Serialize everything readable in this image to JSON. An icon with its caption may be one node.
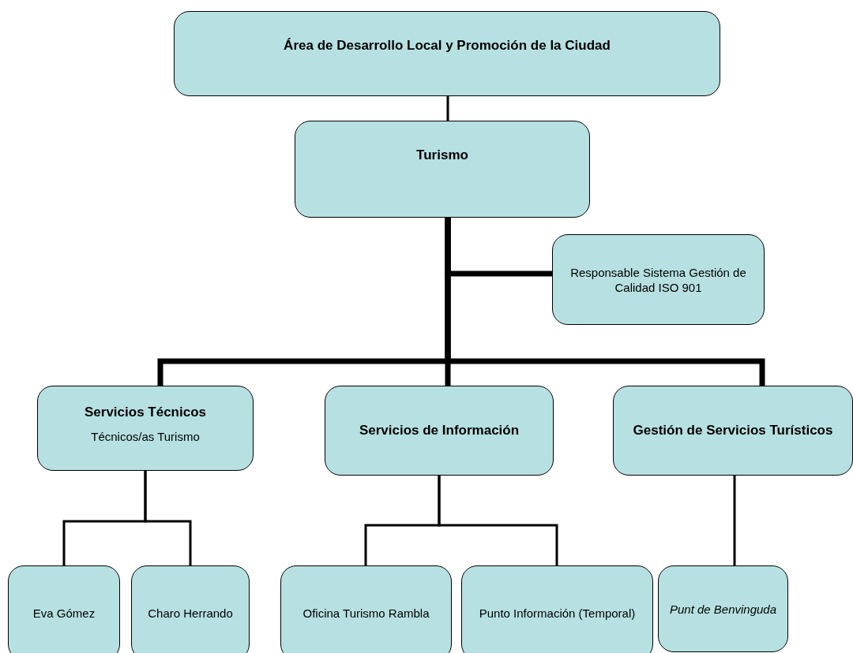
{
  "diagram": {
    "nodes": [
      {
        "text": [
          "Área de Desarrollo Local y Promoción de la Ciudad"
        ]
      },
      {
        "text": [
          "Turismo"
        ]
      },
      {
        "text": [
          "Responsable Sistema Gestión de Calidad ISO 901"
        ]
      },
      {
        "text": [
          "Servicios Técnicos",
          "Técnicos/as Turismo"
        ]
      },
      {
        "text": [
          "Servicios de Información"
        ]
      },
      {
        "text": [
          "Gestión de Servicios Turísticos"
        ]
      },
      {
        "text": [
          "Eva Gómez"
        ]
      },
      {
        "text": [
          "Charo Herrando"
        ]
      },
      {
        "text": [
          "Oficina Turismo Rambla"
        ]
      },
      {
        "text": [
          "Punto Información (Temporal)"
        ]
      },
      {
        "text": [
          "Punt de Benvinguda"
        ]
      }
    ],
    "edges": [
      {
        "from": 0,
        "to": 1,
        "arrow": "none"
      },
      {
        "from": 1,
        "to": 2,
        "arrow": "none",
        "style": "thick"
      },
      {
        "from": 1,
        "to": 3,
        "arrow": "none",
        "style": "thick"
      },
      {
        "from": 1,
        "to": 4,
        "arrow": "none",
        "style": "thick"
      },
      {
        "from": 1,
        "to": 5,
        "arrow": "none",
        "style": "thick"
      },
      {
        "from": 3,
        "to": 6,
        "arrow": "none"
      },
      {
        "from": 3,
        "to": 7,
        "arrow": "none"
      },
      {
        "from": 4,
        "to": 8,
        "arrow": "none"
      },
      {
        "from": 4,
        "to": 9,
        "arrow": "none"
      },
      {
        "from": 5,
        "to": 10,
        "arrow": "none"
      }
    ]
  }
}
